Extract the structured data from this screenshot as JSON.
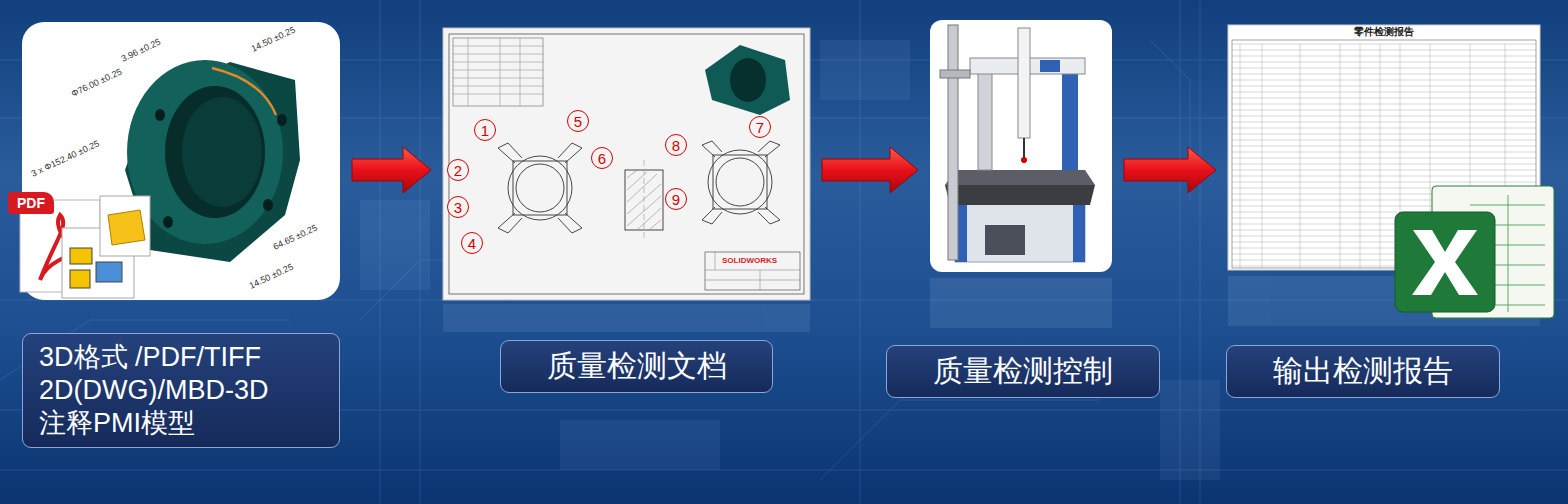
{
  "diagram": {
    "nodes": [
      {
        "text": [
          "3D格式 /PDF/TIFF 2D(DWG)/MBD-3D 注释PMI模型"
        ]
      },
      {
        "text": [
          "PDF"
        ],
        "in": 0
      },
      {
        "text": [
          "质量检测文档"
        ]
      },
      {
        "text": [
          "1"
        ],
        "in": 2
      },
      {
        "text": [
          "2"
        ],
        "in": 2
      },
      {
        "text": [
          "3"
        ],
        "in": 2
      },
      {
        "text": [
          "4"
        ],
        "in": 2
      },
      {
        "text": [
          "5"
        ],
        "in": 2
      },
      {
        "text": [
          "6"
        ],
        "in": 2
      },
      {
        "text": [
          "7"
        ],
        "in": 2
      },
      {
        "text": [
          "8"
        ],
        "in": 2
      },
      {
        "text": [
          "9"
        ],
        "in": 2
      },
      {
        "text": [
          "质量检测控制"
        ]
      },
      {
        "text": [
          "输出检测报告"
        ]
      }
    ],
    "edges": [
      {
        "from": 0,
        "to": 2,
        "arrow": "to"
      },
      {
        "from": 2,
        "to": 12,
        "arrow": "to"
      },
      {
        "from": 12,
        "to": 13,
        "arrow": "to"
      }
    ],
    "labels": [
      "14.50 ±0.25",
      "3.96 ±0.25",
      "Φ76.00 ±0.25",
      "3 x Φ152.40 ±0.25",
      "64.65 ±0.25",
      "14.50 ±0.25",
      "SOLIDWORKS",
      "零件检测报告"
    ]
  }
}
